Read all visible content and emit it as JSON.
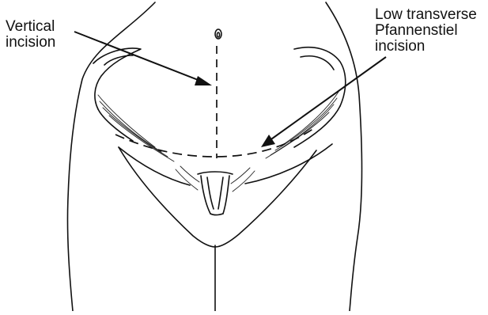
{
  "labels": {
    "vertical_incision": [
      "Vertical",
      "incision"
    ],
    "pfannenstiel_incision": [
      "Low transverse",
      "Pfannenstiel",
      "incision"
    ]
  },
  "colors": {
    "line": "#111111",
    "background": "#ffffff"
  }
}
